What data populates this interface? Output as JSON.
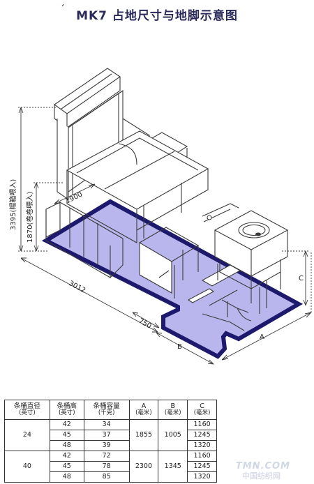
{
  "title": "MK7 占地尺寸与地脚示意图",
  "title_tick": "ˊ",
  "dimensions": {
    "height_total": "3395(帽箱喂入)",
    "height_roll": "1870(卷卷喂入)",
    "width_1900": "1900",
    "length_3012": "3012",
    "offset_750": "750",
    "label_a": "A",
    "label_b": "B",
    "label_c": "C"
  },
  "colors": {
    "footprint_fill": "#b9b6ee",
    "footprint_stroke": "#1d1a6e",
    "line": "#3a3a3a"
  },
  "table": {
    "headers": [
      {
        "line1": "条桶直径",
        "line2": "(英寸)"
      },
      {
        "line1": "条桶高",
        "line2": "(英寸)"
      },
      {
        "line1": "条桶容量",
        "line2": "(千克)"
      },
      {
        "line1": "A",
        "line2": "(毫米)"
      },
      {
        "line1": "B",
        "line2": "(毫米)"
      },
      {
        "line1": "C",
        "line2": "(毫米)"
      }
    ],
    "groups": [
      {
        "diameter": "24",
        "A": "1855",
        "B": "1005",
        "rows": [
          {
            "height": "42",
            "capacity": "34",
            "C": "1160"
          },
          {
            "height": "45",
            "capacity": "37",
            "C": "1245"
          },
          {
            "height": "48",
            "capacity": "39",
            "C": "1320"
          }
        ]
      },
      {
        "diameter": "40",
        "A": "2300",
        "B": "1345",
        "rows": [
          {
            "height": "42",
            "capacity": "72",
            "C": "1160"
          },
          {
            "height": "45",
            "capacity": "78",
            "C": "1245"
          },
          {
            "height": "48",
            "capacity": "85",
            "C": "1320"
          }
        ]
      }
    ]
  },
  "watermark": "TMN.COM",
  "watermark2": "中国纺织网"
}
